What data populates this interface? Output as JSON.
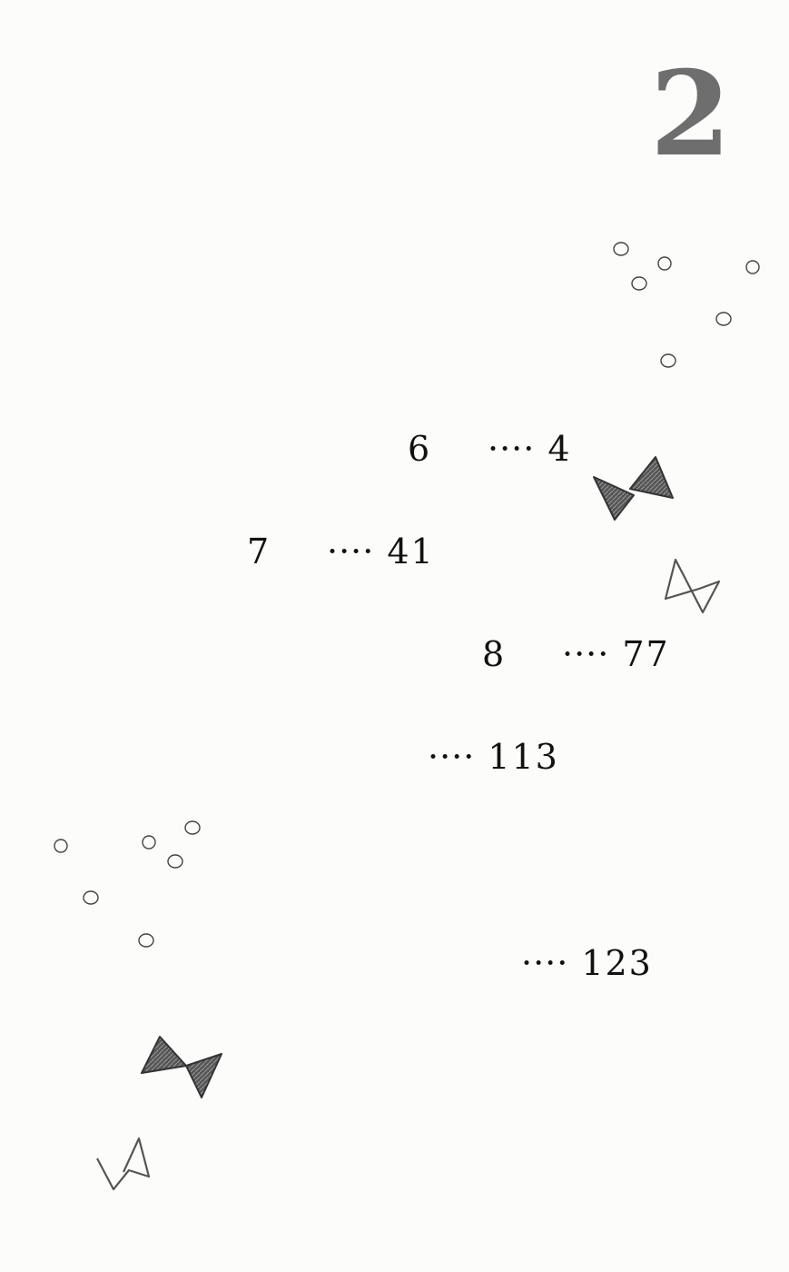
{
  "volume_number": "2",
  "toc": [
    {
      "chapter": "6",
      "leader": "····",
      "page": "4"
    },
    {
      "chapter": "7",
      "leader": "····",
      "page": "41"
    },
    {
      "chapter": "8",
      "leader": "····",
      "page": "77"
    },
    {
      "chapter": "",
      "leader": "····",
      "page": "113"
    },
    {
      "chapter": "",
      "leader": "····",
      "page": "123"
    }
  ],
  "decor_icons": [
    "circle-icon",
    "filled-bow-icon",
    "outline-bow-icon"
  ],
  "colors": {
    "ink": "#111111",
    "volume_gray": "#6e6e6e",
    "decor_gray": "#555555",
    "paper": "#fcfcfb"
  }
}
